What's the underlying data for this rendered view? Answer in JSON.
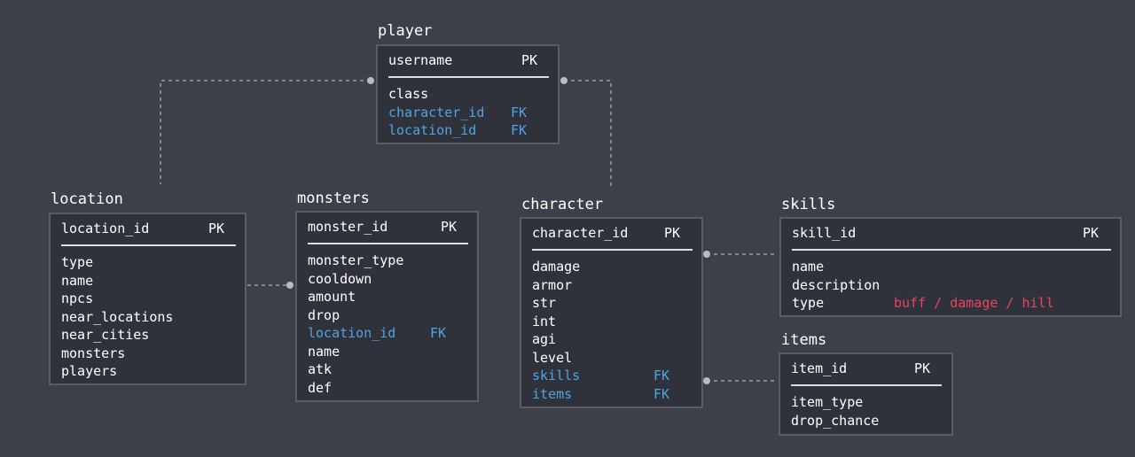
{
  "colors": {
    "background": "#3e4049",
    "box_fill": "#30323b",
    "box_border": "#5a5d68",
    "text": "#ffffff",
    "foreign_key": "#4ea4e0",
    "enum_values": "#e8445c",
    "connector": "#9a9ca6"
  },
  "entities": {
    "player": {
      "title": "player",
      "pk_field": "username",
      "pk_tag": "PK",
      "fields": [
        {
          "name": "class"
        },
        {
          "name": "character_id",
          "tag": "FK"
        },
        {
          "name": "location_id",
          "tag": "FK"
        }
      ]
    },
    "location": {
      "title": "location",
      "pk_field": "location_id",
      "pk_tag": "PK",
      "fields": [
        {
          "name": "type"
        },
        {
          "name": "name"
        },
        {
          "name": "npcs"
        },
        {
          "name": "near_locations"
        },
        {
          "name": "near_cities"
        },
        {
          "name": "monsters"
        },
        {
          "name": "players"
        }
      ]
    },
    "monsters": {
      "title": "monsters",
      "pk_field": "monster_id",
      "pk_tag": "PK",
      "fields": [
        {
          "name": "monster_type"
        },
        {
          "name": "cooldown"
        },
        {
          "name": "amount"
        },
        {
          "name": "drop"
        },
        {
          "name": "location_id",
          "tag": "FK"
        },
        {
          "name": "name"
        },
        {
          "name": "atk"
        },
        {
          "name": "def"
        }
      ]
    },
    "character": {
      "title": "character",
      "pk_field": "character_id",
      "pk_tag": "PK",
      "fields": [
        {
          "name": "damage"
        },
        {
          "name": "armor"
        },
        {
          "name": "str"
        },
        {
          "name": "int"
        },
        {
          "name": "agi"
        },
        {
          "name": "level"
        },
        {
          "name": "skills",
          "tag": "FK"
        },
        {
          "name": "items",
          "tag": "FK"
        }
      ]
    },
    "skills": {
      "title": "skills",
      "pk_field": "skill_id",
      "pk_tag": "PK",
      "fields": [
        {
          "name": "name"
        },
        {
          "name": "description"
        },
        {
          "name": "type",
          "values": "buff / damage / hill"
        }
      ]
    },
    "items": {
      "title": "items",
      "pk_field": "item_id",
      "pk_tag": "PK",
      "fields": [
        {
          "name": "item_type"
        },
        {
          "name": "drop_chance"
        }
      ]
    }
  }
}
